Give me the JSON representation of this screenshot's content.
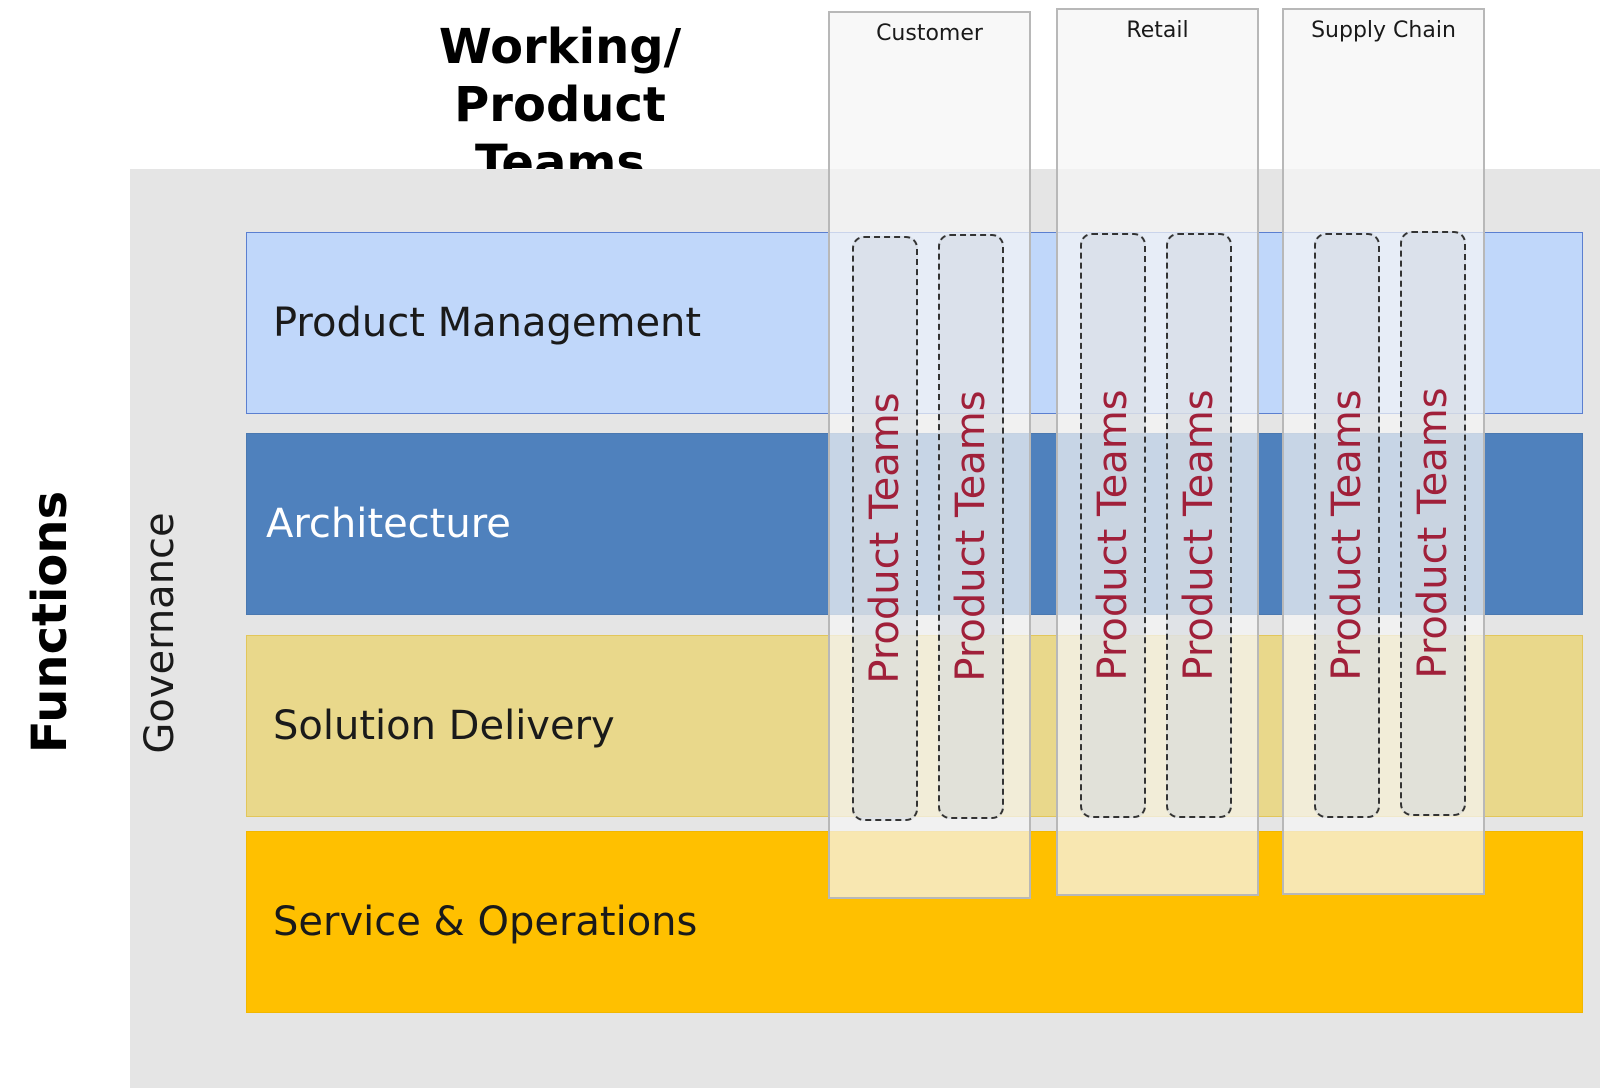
{
  "title": "Working/ Product\nTeams",
  "side_label": "Functions",
  "governance_label": "Governance",
  "functions": [
    {
      "label": "Product Management",
      "color": "#c0d7fa"
    },
    {
      "label": "Architecture",
      "color": "#4f81bd"
    },
    {
      "label": "Solution Delivery",
      "color": "#e9d88b"
    },
    {
      "label": "Service & Operations",
      "color": "#ffc000"
    }
  ],
  "columns": [
    {
      "label": "Customer",
      "teams": [
        "Product Teams",
        "Product Teams"
      ]
    },
    {
      "label": "Retail",
      "teams": [
        "Product Teams",
        "Product Teams"
      ]
    },
    {
      "label": "Supply Chain",
      "teams": [
        "Product Teams",
        "Product Teams"
      ]
    }
  ],
  "colors": {
    "governance_background": "#e5e5e5",
    "team_text": "#a0203a",
    "column_border": "#b8b8b8"
  }
}
